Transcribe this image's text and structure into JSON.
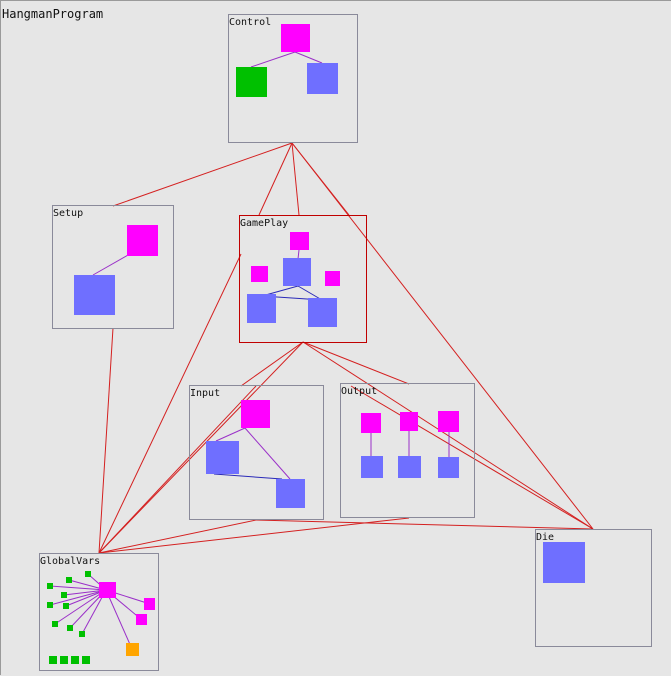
{
  "program_title": "HangmanProgram",
  "colors": {
    "magenta": "#ff00ff",
    "blue": "#6f6fff",
    "green": "#00c000",
    "orange": "#ffa500",
    "red_link": "#d42020",
    "purple_link": "#9a30c8",
    "blue_link": "#2a2ab8"
  },
  "modules": {
    "control": {
      "label": "Control"
    },
    "setup": {
      "label": "Setup"
    },
    "gameplay": {
      "label": "GamePlay"
    },
    "input": {
      "label": "Input"
    },
    "output": {
      "label": "Output"
    },
    "die": {
      "label": "Die"
    },
    "globalvars": {
      "label": "GlobalVars"
    }
  }
}
